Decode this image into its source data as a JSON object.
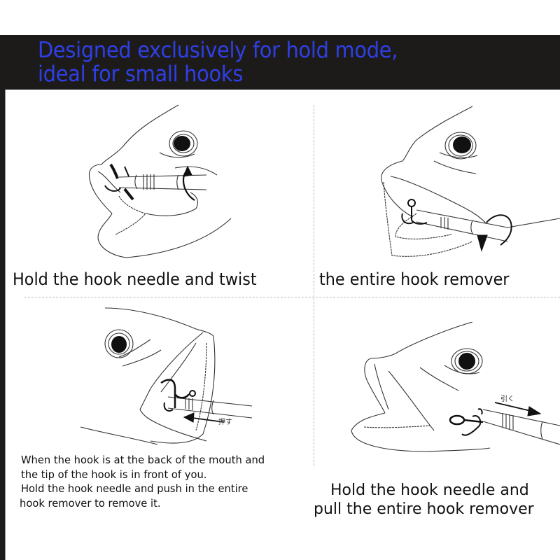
{
  "header": {
    "headline_line1": "Designed exclusively for hold mode,",
    "headline_line2": "ideal for small hooks",
    "headline_color": "#2f3fe6",
    "band_color": "#1d1b1a"
  },
  "panels": [
    {
      "id": "top-left",
      "illustration": "fish-mouth-twist-upward",
      "arrow": "rotate-up-icon"
    },
    {
      "id": "top-right",
      "illustration": "fish-mouth-twist-downward",
      "arrow": "rotate-down-icon"
    },
    {
      "id": "bottom-left",
      "illustration": "fish-mouth-push",
      "arrow_label": "押す",
      "arrow": "arrow-left-icon"
    },
    {
      "id": "bottom-right",
      "illustration": "fish-mouth-pull",
      "arrow_label": "引く",
      "arrow": "arrow-right-icon"
    }
  ],
  "captions": {
    "top_left": "Hold the hook needle and twist",
    "top_right": "the entire hook remover",
    "bottom_left": [
      "When the hook is at the back of the mouth and",
      "the tip of the hook is in front of you.",
      "Hold the hook needle and push in the entire",
      "hook remover to remove it."
    ],
    "bottom_right": [
      "Hold the hook needle and",
      "pull the entire hook remover"
    ]
  }
}
